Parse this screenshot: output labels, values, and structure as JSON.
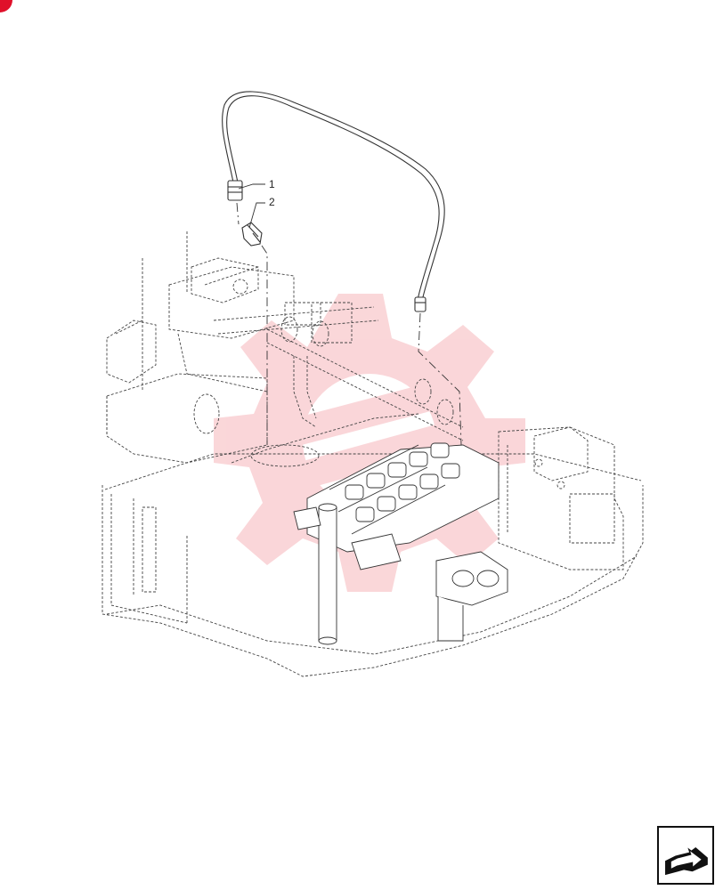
{
  "callouts": [
    {
      "number": "1",
      "part": "hose"
    },
    {
      "number": "2",
      "part": "elbow-fitting"
    }
  ],
  "watermark": {
    "color": "#f2a0a5"
  },
  "icons": {
    "corner": "red-corner-badge",
    "navigation": "next-page-arrow-icon"
  },
  "colors": {
    "linework": "#333333",
    "accent": "#e0102a"
  }
}
